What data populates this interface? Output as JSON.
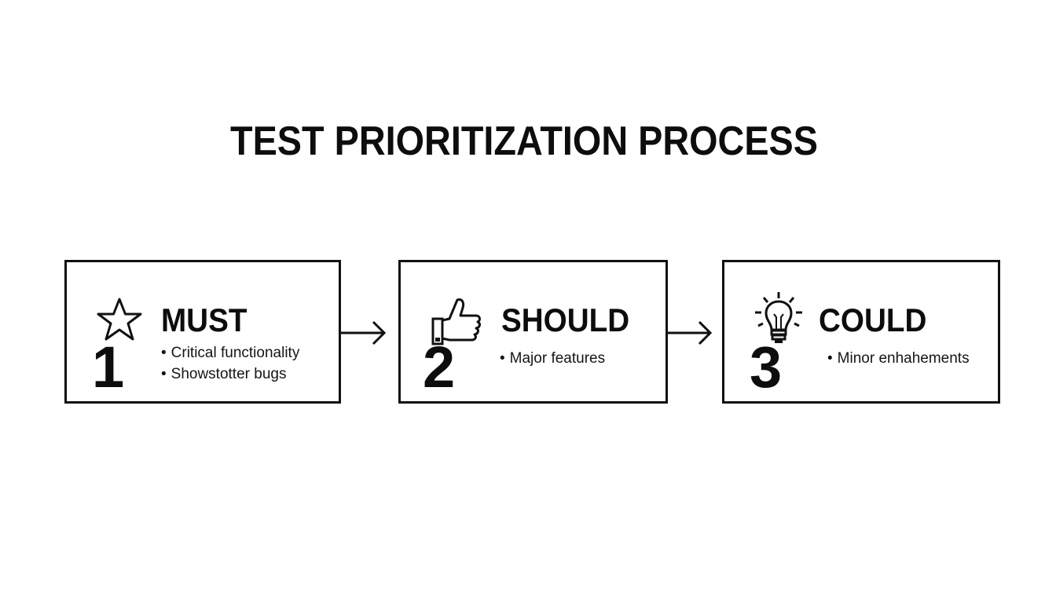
{
  "title": "TEST PRIORITIZATION PROCESS",
  "steps": [
    {
      "number": "1",
      "label": "MUST",
      "icon": "star-icon",
      "bullets": [
        "Critical functionality",
        "Showstotter bugs"
      ]
    },
    {
      "number": "2",
      "label": "SHOULD",
      "icon": "thumbs-up-icon",
      "bullets": [
        "Major features"
      ]
    },
    {
      "number": "3",
      "label": "COULD",
      "icon": "lightbulb-icon",
      "bullets": [
        "Minor enhahements"
      ]
    }
  ]
}
